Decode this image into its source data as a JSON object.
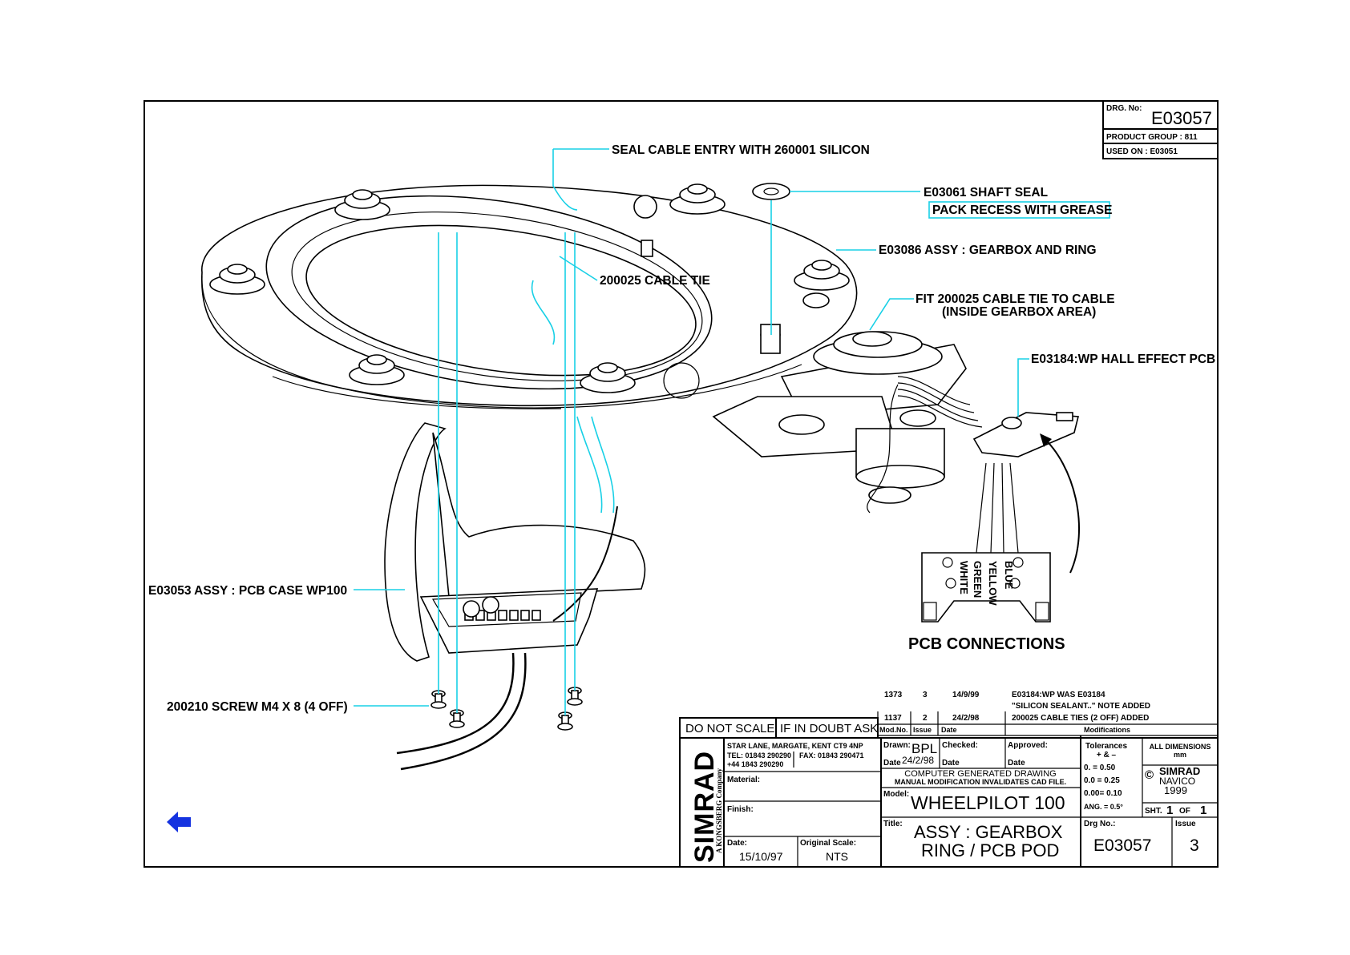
{
  "callouts": {
    "seal_cable_entry": "SEAL CABLE ENTRY WITH 260001 SILICON",
    "shaft_seal": "E03061 SHAFT SEAL",
    "pack_recess": "PACK RECESS WITH GREASE",
    "gearbox_ring": "E03086 ASSY : GEARBOX AND RING",
    "cable_tie": "200025 CABLE TIE",
    "fit_cable_tie_1": "FIT 200025 CABLE TIE TO CABLE",
    "fit_cable_tie_2": "(INSIDE GEARBOX AREA)",
    "hall_effect_pcb": "E03184:WP HALL EFFECT PCB",
    "pcb_case": "E03053 ASSY : PCB CASE WP100",
    "screw": "200210 SCREW M4 X 8 (4 OFF)"
  },
  "pcb_connections": {
    "title": "PCB CONNECTIONS",
    "wires": [
      "WHITE",
      "GREEN",
      "YELLOW",
      "BLUE"
    ]
  },
  "header_block": {
    "drg_no_label": "DRG. No:",
    "drg_no": "E03057",
    "product_group": "PRODUCT GROUP : 811",
    "used_on": "USED ON : E03051"
  },
  "modifications": {
    "rows": [
      {
        "mod_no": "1373",
        "issue": "3",
        "date": "14/9/99",
        "text_1": "E03184:WP WAS E03184",
        "text_2": "\"SILICON SEALANT..\" NOTE ADDED"
      },
      {
        "mod_no": "1137",
        "issue": "2",
        "date": "24/2/98",
        "text_1": "200025 CABLE TIES (2 OFF) ADDED",
        "text_2": ""
      }
    ],
    "headers": {
      "mod_no": "Mod.No.",
      "issue": "Issue",
      "date": "Date",
      "modifications": "Modifications"
    }
  },
  "title_block": {
    "do_not_scale": "DO NOT SCALE",
    "if_in_doubt": "IF IN DOUBT ASK",
    "company_logo": "SIMRAD",
    "company_sub": "A KONGSBERG Company",
    "address_1": "STAR LANE, MARGATE, KENT CT9 4NP",
    "address_2": "TEL: 01843 290290",
    "address_3": "+44 1843 290290",
    "fax": "FAX: 01843 290471",
    "material_label": "Material:",
    "finish_label": "Finish:",
    "date_label": "Date:",
    "date_value": "15/10/97",
    "scale_label": "Original Scale:",
    "scale_value": "NTS",
    "drawn_label": "Drawn:",
    "drawn_value": "BPL",
    "drawn_date_label": "Date",
    "drawn_date": "24/2/98",
    "checked_label": "Checked:",
    "checked_date_label": "Date",
    "approved_label": "Approved:",
    "approved_date_label": "Date",
    "cgd_1": "COMPUTER GENERATED DRAWING",
    "cgd_2": "MANUAL MODIFICATION INVALIDATES CAD FILE.",
    "model_label": "Model:",
    "model_value": "WHEELPILOT 100",
    "title_label": "Title:",
    "title_1": "ASSY : GEARBOX",
    "title_2": "RING / PCB POD",
    "tolerances_label": "Tolerances",
    "tol_pm": "+ & –",
    "tol_1": "0.   = 0.50",
    "tol_2": "0.0 = 0.25",
    "tol_3": "0.00= 0.10",
    "tol_ang": "ANG. = 0.5°",
    "dims_1": "ALL DIMENSIONS",
    "dims_2": "mm",
    "copyright_sign": "©",
    "copyright_brand": "SIMRAD",
    "copyright_navico": "NAVICO",
    "copyright_year": "1999",
    "sheet_label": "SHT.",
    "sheet_no": "1",
    "sheet_of": "OF",
    "sheet_total": "1",
    "drg_no_label": "Drg No.:",
    "drg_no": "E03057",
    "issue_label": "Issue",
    "issue": "3"
  },
  "nav": {
    "back_icon": "left-arrow-icon",
    "color": "#1533e0"
  },
  "colors": {
    "leader": "#18d0e6",
    "ink": "#000000"
  }
}
